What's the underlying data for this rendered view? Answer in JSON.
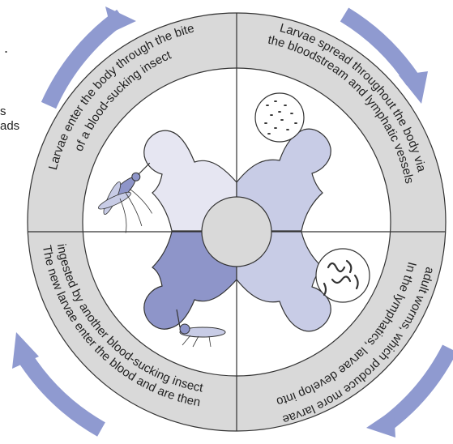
{
  "cycle": {
    "stages": [
      {
        "id": "bite",
        "lines": [
          "Larvae enter the body through the bite",
          "of a blood-sucking insect"
        ]
      },
      {
        "id": "spread",
        "lines": [
          "Larvae spread throughout the body via",
          "the bloodstream and lymphatic vessels"
        ]
      },
      {
        "id": "develop",
        "lines": [
          "In the lymphatics, larvae develop into",
          "adult worms, which produce more larvae"
        ]
      },
      {
        "id": "ingest",
        "lines": [
          "The new larvae enter the blood and are then",
          "ingested by another blood-sucking insect"
        ]
      }
    ]
  },
  "cut_off_text": {
    "line1": "s",
    "line2": "ads"
  },
  "colors": {
    "ring": "#d9d9d9",
    "arrow": "#8f9ad0",
    "body_light": "#e6e6f2",
    "body_mid": "#c8cce6",
    "body_dark": "#8e95c9",
    "center": "#d9d9d9"
  },
  "icons": [
    "mosquito-biting-icon",
    "mosquito-ingesting-icon",
    "larvae-magnified-icon",
    "worms-magnified-icon"
  ]
}
